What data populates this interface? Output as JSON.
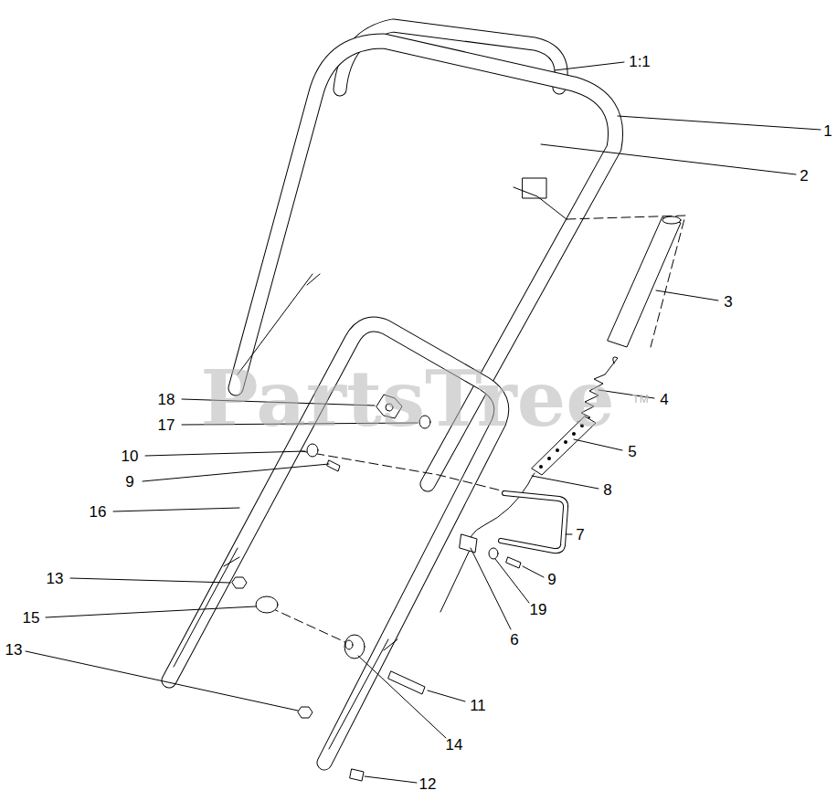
{
  "diagram": {
    "labels": [
      "1:1",
      "1",
      "2",
      "3",
      "4",
      "5",
      "18",
      "17",
      "10",
      "9",
      "16",
      "8",
      "7",
      "9",
      "19",
      "6",
      "13",
      "15",
      "13",
      "14",
      "11",
      "12",
      "PartsTree",
      "TM"
    ]
  }
}
